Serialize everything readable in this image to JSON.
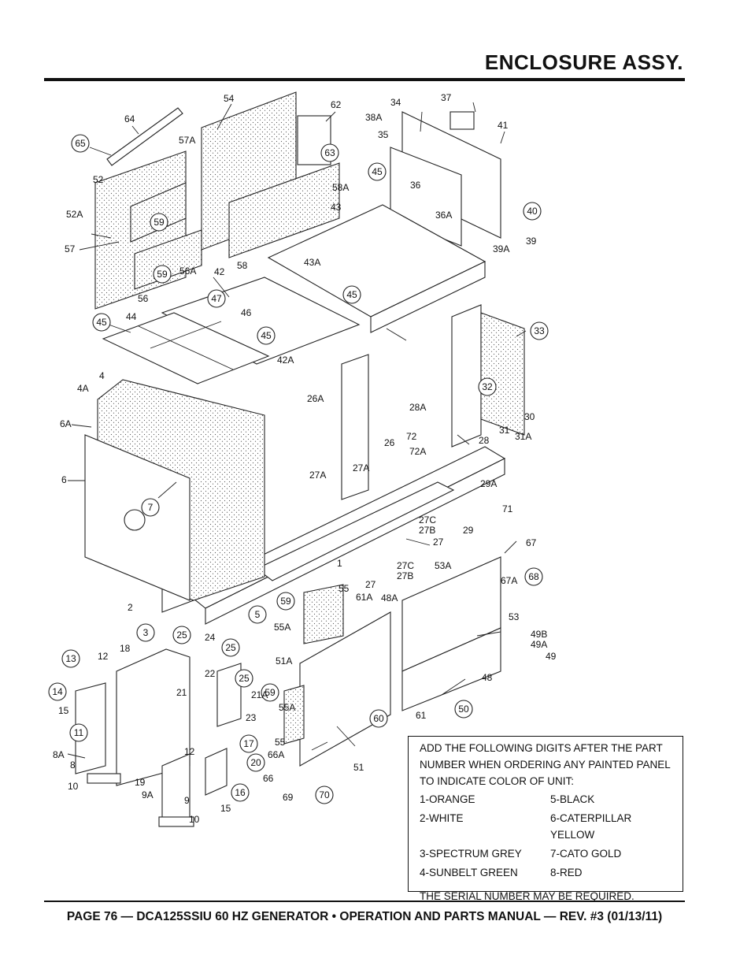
{
  "header": {
    "title": "ENCLOSURE ASSY."
  },
  "note": {
    "intro": "ADD THE FOLLOWING DIGITS AFTER THE PART NUMBER WHEN ORDERING ANY PAINTED PANEL TO INDICATE COLOR OF UNIT:",
    "colors": [
      "1-ORANGE",
      "5-BLACK",
      "2-WHITE",
      "6-CATERPILLAR YELLOW",
      "3-SPECTRUM GREY",
      "7-CATO GOLD",
      "4-SUNBELT GREEN",
      "8-RED"
    ],
    "footer": "THE SERIAL NUMBER MAY BE REQUIRED."
  },
  "footer": {
    "text": "PAGE 76 — DCA125SSIU 60 HZ GENERATOR • OPERATION AND PARTS MANUAL — REV. #3 (01/13/11)"
  },
  "callouts": {
    "circled": [
      "65",
      "59",
      "59",
      "63",
      "45",
      "40",
      "47",
      "45",
      "45",
      "45",
      "33",
      "7",
      "32",
      "5",
      "3",
      "25",
      "25",
      "25",
      "59",
      "17",
      "20",
      "16",
      "13",
      "14",
      "11",
      "59",
      "60",
      "70",
      "68",
      "50"
    ],
    "plain": [
      "64",
      "54",
      "62",
      "34",
      "37",
      "38A",
      "35",
      "41",
      "57A",
      "52",
      "58A",
      "43",
      "36",
      "36A",
      "39",
      "52A",
      "57",
      "58",
      "56A",
      "56",
      "39A",
      "43A",
      "42",
      "46",
      "44",
      "42A",
      "4",
      "4A",
      "26A",
      "28A",
      "30",
      "31",
      "31A",
      "6A",
      "6",
      "72",
      "72A",
      "28",
      "26",
      "27A",
      "27A",
      "29A",
      "71",
      "27C",
      "27B",
      "27",
      "29",
      "67",
      "27C",
      "27B",
      "27",
      "53A",
      "67A",
      "1",
      "2",
      "55",
      "61A",
      "48A",
      "53",
      "55A",
      "49B",
      "49A",
      "49",
      "18",
      "24",
      "12",
      "22",
      "51A",
      "21",
      "21A",
      "55A",
      "23",
      "15",
      "12",
      "8A",
      "8",
      "10",
      "19",
      "9A",
      "9",
      "10",
      "15",
      "55",
      "66A",
      "66",
      "69",
      "51",
      "61",
      "48"
    ]
  }
}
